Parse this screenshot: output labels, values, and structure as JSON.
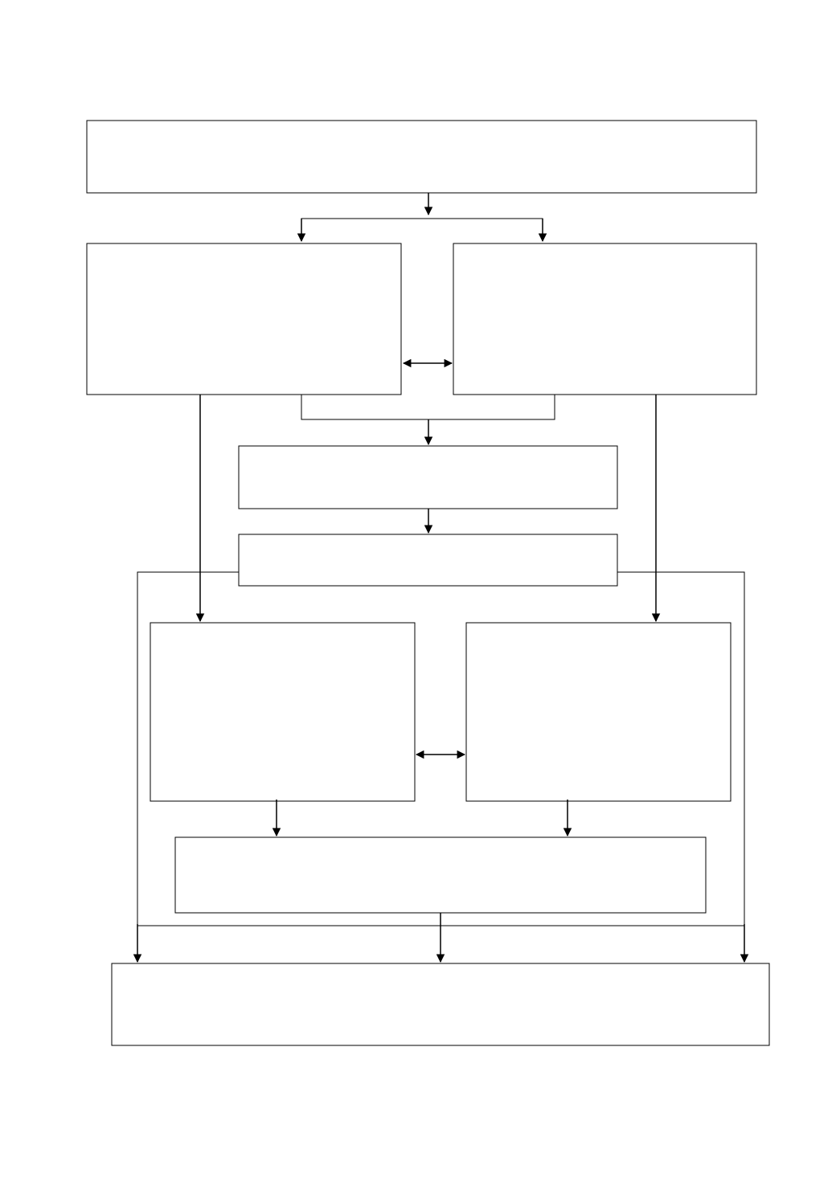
{
  "diagram": {
    "kind": "flowchart",
    "stroke_color": "#000000",
    "background_color": "#ffffff",
    "boxes": [
      {
        "id": "top-box",
        "text": ""
      },
      {
        "id": "left-upper-box",
        "text": ""
      },
      {
        "id": "right-upper-box",
        "text": ""
      },
      {
        "id": "middle-box-1",
        "text": ""
      },
      {
        "id": "middle-box-2",
        "text": ""
      },
      {
        "id": "left-lower-box",
        "text": ""
      },
      {
        "id": "right-lower-box",
        "text": ""
      },
      {
        "id": "merge-box",
        "text": ""
      },
      {
        "id": "bottom-box",
        "text": ""
      }
    ],
    "connections": [
      {
        "from": "top-box",
        "to": "left-upper-box"
      },
      {
        "from": "top-box",
        "to": "right-upper-box"
      },
      {
        "from": "left-upper-box",
        "to": "right-upper-box",
        "bidirectional": true
      },
      {
        "from": "left-upper-box",
        "to": "middle-box-1"
      },
      {
        "from": "right-upper-box",
        "to": "middle-box-1"
      },
      {
        "from": "middle-box-1",
        "to": "middle-box-2"
      },
      {
        "from": "left-upper-box",
        "to": "left-lower-box"
      },
      {
        "from": "right-upper-box",
        "to": "right-lower-box"
      },
      {
        "from": "left-lower-box",
        "to": "right-lower-box",
        "bidirectional": true
      },
      {
        "from": "left-lower-box",
        "to": "merge-box"
      },
      {
        "from": "right-lower-box",
        "to": "merge-box"
      },
      {
        "from": "middle-box-2",
        "to": "bottom-box"
      },
      {
        "from": "merge-box",
        "to": "bottom-box"
      }
    ]
  }
}
